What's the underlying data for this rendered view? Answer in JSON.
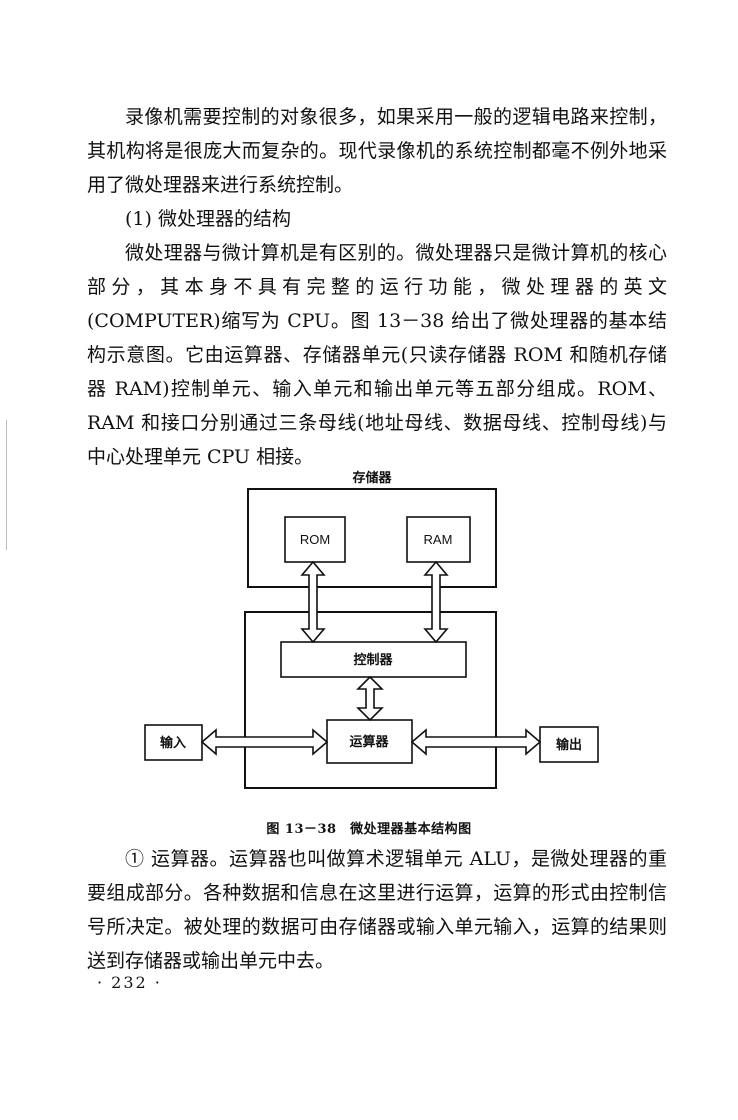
{
  "paragraphs": {
    "p1": "录像机需要控制的对象很多，如果采用一般的逻辑电路来控制，其机构将是很庞大而复杂的。现代录像机的系统控制都毫不例外地采用了微处理器来进行系统控制。",
    "h1": "(1) 微处理器的结构",
    "p2": "微处理器与微计算机是有区别的。微处理器只是微计算机的核心部分，其本身不具有完整的运行功能，微处理器的英文(COMPUTER)缩写为 CPU。图 13－38 给出了微处理器的基本结构示意图。它由运算器、存储器单元(只读存储器 ROM 和随机存储器 RAM)控制单元、输入单元和输出单元等五部分组成。ROM、RAM 和接口分别通过三条母线(地址母线、数据母线、控制母线)与中心处理单元 CPU 相接。",
    "p3": "① 运算器。运算器也叫做算术逻辑单元 ALU，是微处理器的重要组成部分。各种数据和信息在这里进行运算，运算的形式由控制信号所决定。被处理的数据可由存储器或输入单元输入，运算的结果则送到存储器或输出单元中去。"
  },
  "figure": {
    "memory_label": "存储器",
    "rom_label": "ROM",
    "ram_label": "RAM",
    "controller_label": "控制器",
    "alu_label": "运算器",
    "input_label": "输入",
    "output_label": "输出",
    "caption": "图 13－38　微处理器基本结构图"
  },
  "page_number": "· 232 ·"
}
